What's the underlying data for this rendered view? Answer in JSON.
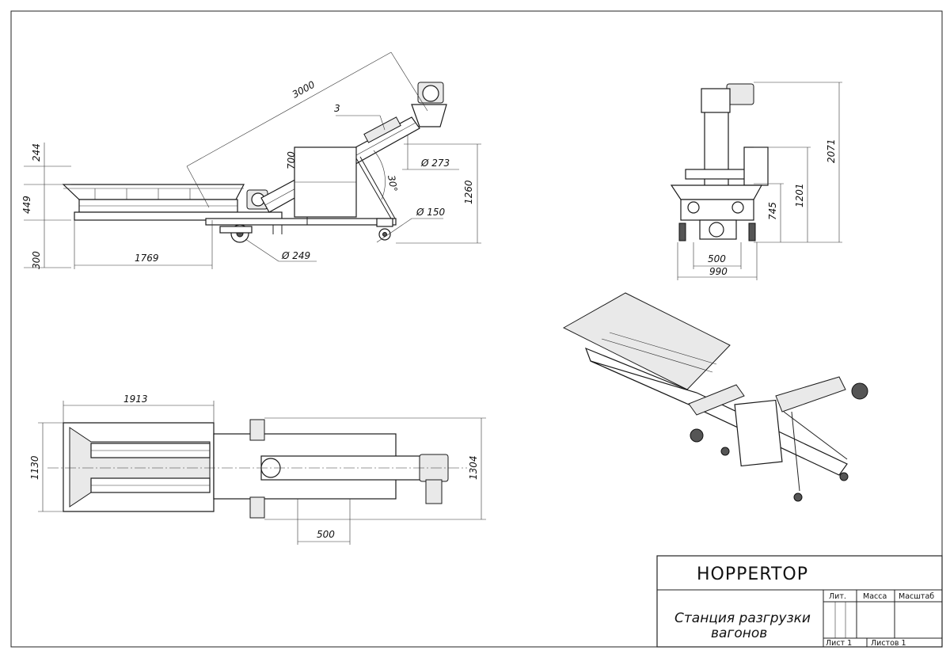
{
  "title_block": {
    "company": "HOPPERTOP",
    "name_line1": "Станция разгрузки",
    "name_line2": "вагонов",
    "col_lit": "Лит.",
    "col_mass": "Масса",
    "col_scale": "Масштаб",
    "sheet": "Лист 1",
    "sheets_total": "Листов 1"
  },
  "side_view": {
    "dim_length": "3000",
    "dim_height": "1260",
    "dim_700": "700",
    "dim_244": "244",
    "dim_449": "449",
    "dim_300": "300",
    "dim_1769": "1769",
    "dim_diam_273": "Ø 273",
    "dim_diam_150": "Ø 150",
    "dim_diam_249": "Ø 249",
    "angle": "30°",
    "callout": "3"
  },
  "front_view": {
    "dim_2071": "2071",
    "dim_1201": "1201",
    "dim_745": "745",
    "dim_500": "500",
    "dim_990": "990"
  },
  "top_view": {
    "dim_1913": "1913",
    "dim_1130": "1130",
    "dim_1304": "1304",
    "dim_500": "500"
  }
}
